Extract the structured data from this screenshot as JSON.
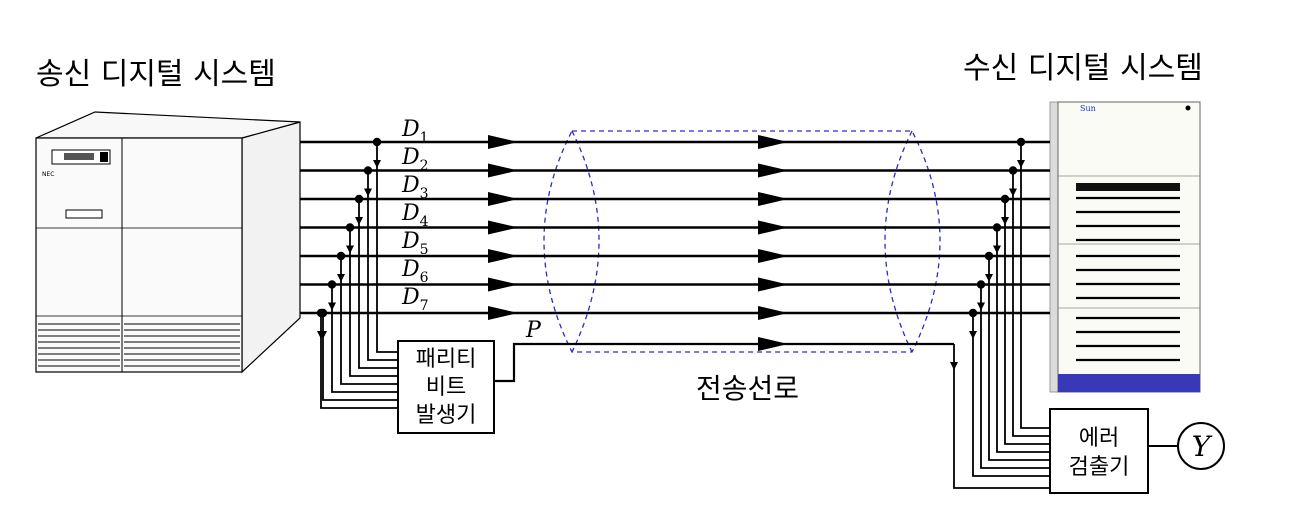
{
  "sender": {
    "title": "송신 디지털 시스템"
  },
  "receiver": {
    "title": "수신 디지털 시스템",
    "brand": "Sun"
  },
  "channel": {
    "title": "전송선로"
  },
  "signals": [
    {
      "letter": "D",
      "sub": "1"
    },
    {
      "letter": "D",
      "sub": "2"
    },
    {
      "letter": "D",
      "sub": "3"
    },
    {
      "letter": "D",
      "sub": "4"
    },
    {
      "letter": "D",
      "sub": "5"
    },
    {
      "letter": "D",
      "sub": "6"
    },
    {
      "letter": "D",
      "sub": "7"
    }
  ],
  "parity_signal": "P",
  "parity_generator": {
    "lines": [
      "패리티",
      "비트",
      "발생기"
    ]
  },
  "error_detector": {
    "lines": [
      "에러",
      "검출기"
    ]
  },
  "output": {
    "label": "Y"
  },
  "colors": {
    "line": "#000000",
    "bundle": "#2a2ad0",
    "receiver_base": "#3838b8"
  }
}
